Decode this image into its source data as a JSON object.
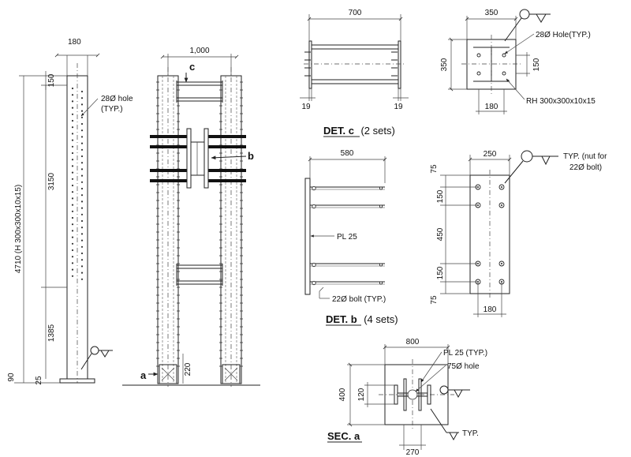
{
  "column_elevation": {
    "width_dim": "180",
    "top_dim": "150",
    "hole_note_1": "28Ø hole",
    "hole_note_2": "(TYP.)",
    "dim_3150": "3150",
    "dim_1385": "1385",
    "dim_25": "25",
    "dim_90": "90",
    "total_label": "4710 (H 300x300x10x15)"
  },
  "frame_elevation": {
    "width_dim": "1,000",
    "label_c": "c",
    "label_b": "b",
    "label_a": "a",
    "dim_220": "220"
  },
  "det_c": {
    "width_dim": "700",
    "dim_19_left": "19",
    "dim_19_right": "19",
    "title_bold": "DET. c",
    "title_rest": "(2 sets)",
    "plate_width": "350",
    "plate_height": "350",
    "plate_dim_150": "150",
    "plate_dim_180": "180",
    "hole_note": "28Ø Hole(TYP.)",
    "section_note": "RH 300x300x10x15"
  },
  "det_b": {
    "width_dim": "580",
    "plate_label": "PL 25",
    "bolt_note": "22Ø bolt (TYP.)",
    "title_bold": "DET. b",
    "title_rest": "(4 sets)",
    "plate_width": "250",
    "dim_75_top": "75",
    "dim_150_a": "150",
    "dim_450": "450",
    "dim_150_b": "150",
    "dim_75_bottom": "75",
    "dim_180": "180",
    "typ_note_1": "TYP. (nut for",
    "typ_note_2": "22Ø  bolt)"
  },
  "sec_a": {
    "width_dim": "800",
    "height_dim": "400",
    "dim_120": "120",
    "dim_270": "270",
    "plate_note": "PL 25 (TYP.)",
    "hole_note": "75Ø hole",
    "typ_note": "TYP.",
    "title_bold": "SEC. a"
  }
}
